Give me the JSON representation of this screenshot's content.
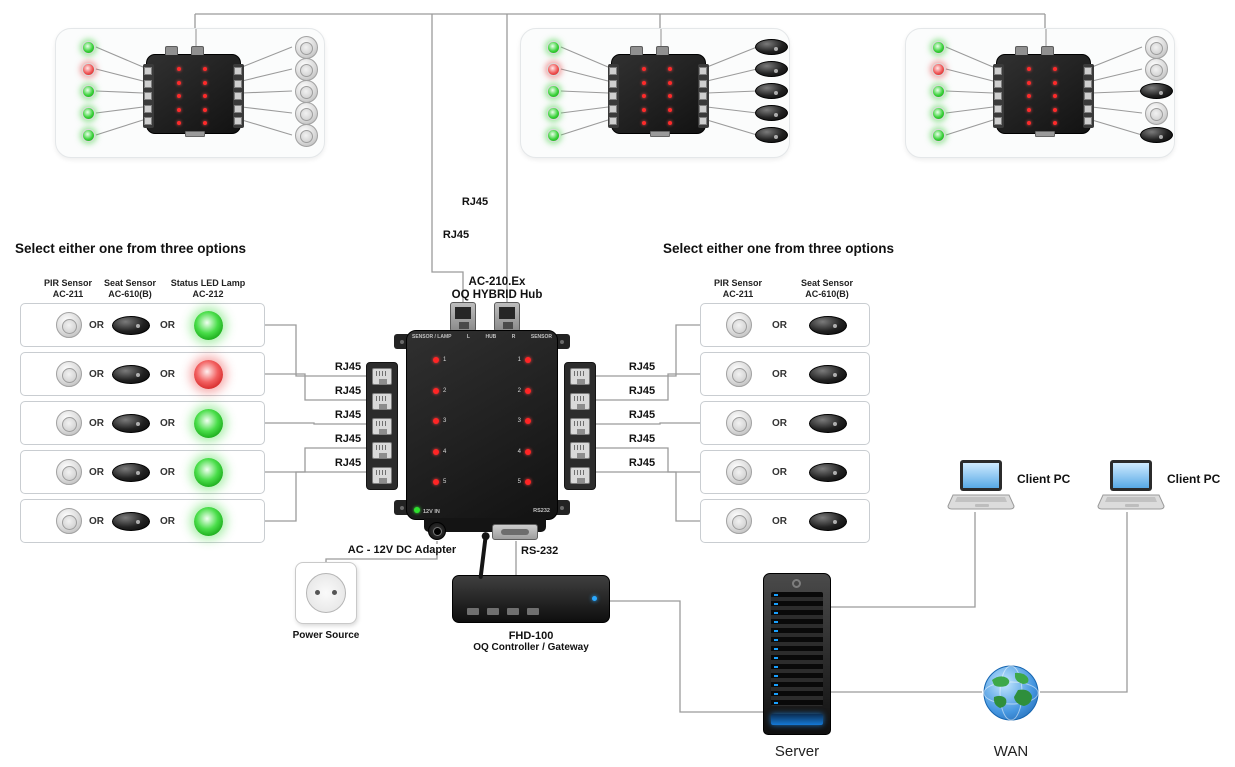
{
  "titles": {
    "left_select": "Select either one from three options",
    "right_select": "Select either one from three options"
  },
  "labels": {
    "rj45": "RJ45",
    "or": "OR"
  },
  "top_clusters": [
    {
      "leds": [
        "green",
        "red",
        "green",
        "green",
        "green"
      ],
      "devices": [
        "pir",
        "pir",
        "pir",
        "pir",
        "pir"
      ]
    },
    {
      "leds": [
        "green",
        "red",
        "green",
        "green",
        "green"
      ],
      "devices": [
        "seat",
        "seat",
        "seat",
        "seat",
        "seat"
      ]
    },
    {
      "leds": [
        "green",
        "red",
        "green",
        "green",
        "green"
      ],
      "devices": [
        "pir",
        "pir",
        "seat",
        "pir",
        "seat"
      ]
    }
  ],
  "hub": {
    "model": "AC-210.Ex",
    "name": "OQ HYBRID Hub",
    "panel_text": {
      "sensor_lamp": "SENSOR / LAMP",
      "l": "L",
      "hub": "HUB",
      "r": "R",
      "sensor": "SENSOR",
      "power_in": "12V IN",
      "rs232": "RS232"
    },
    "channels": [
      "1",
      "2",
      "3",
      "4",
      "5"
    ]
  },
  "left_options": {
    "columns": [
      {
        "name": "PIR Sensor",
        "model": "AC-211"
      },
      {
        "name": "Seat Sensor",
        "model": "AC-610(B)"
      },
      {
        "name": "Status LED Lamp",
        "model": "AC-212"
      }
    ],
    "rows": [
      {
        "led": "green"
      },
      {
        "led": "red"
      },
      {
        "led": "green"
      },
      {
        "led": "green"
      },
      {
        "led": "green"
      }
    ]
  },
  "right_options": {
    "row_count": 5,
    "columns": [
      {
        "name": "PIR Sensor",
        "model": "AC-211"
      },
      {
        "name": "Seat Sensor",
        "model": "AC-610(B)"
      }
    ]
  },
  "power": {
    "adapter_label": "AC - 12V DC Adapter",
    "source_label": "Power Source"
  },
  "controller": {
    "connection_label": "RS-232",
    "model": "FHD-100",
    "name": "OQ Controller / Gateway"
  },
  "network": {
    "server_label": "Server",
    "wan_label": "WAN",
    "client_pc_label": "Client PC"
  },
  "colors": {
    "led_green": "#27b527",
    "led_red": "#e03030",
    "status_blue": "#2aa8ff",
    "wire": "#9b9b9b"
  }
}
